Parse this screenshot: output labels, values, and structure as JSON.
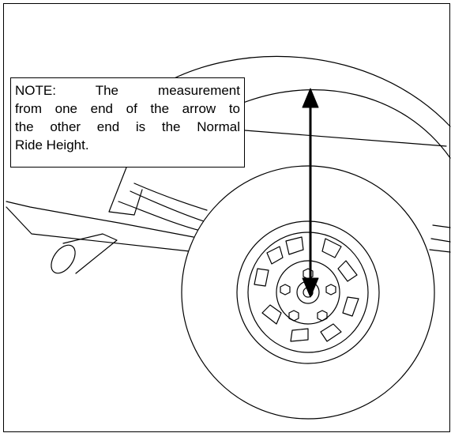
{
  "note": {
    "lines": [
      "NOTE:  The measurement",
      "from one end of the arrow to",
      "the other end is the Normal",
      "Ride Height."
    ]
  },
  "colors": {
    "line": "#000000",
    "background": "#ffffff"
  },
  "icons": {
    "arrow": "double-headed-vertical-arrow"
  }
}
